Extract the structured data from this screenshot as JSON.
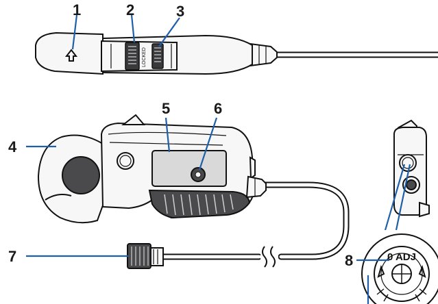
{
  "callouts": [
    "1",
    "2",
    "3",
    "4",
    "5",
    "6",
    "7",
    "8"
  ],
  "side_label": "LOCKED",
  "dial_label": "0 ADJ"
}
